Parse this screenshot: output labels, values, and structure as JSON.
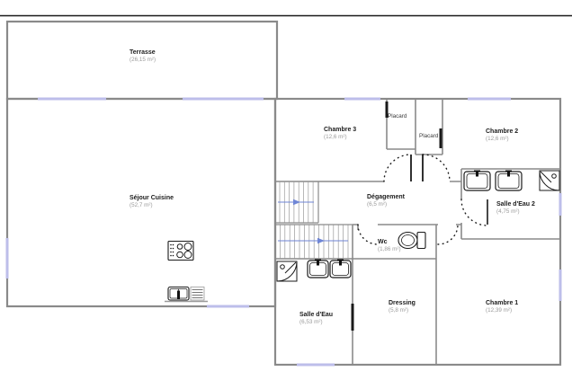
{
  "floorplan": {
    "rooms": {
      "terrasse": {
        "name": "Terrasse",
        "area": "(26,15 m²)"
      },
      "sejour": {
        "name": "Séjour Cuisine",
        "area": "(52,7 m²)"
      },
      "chambre3": {
        "name": "Chambre 3",
        "area": "(12,6 m²)"
      },
      "chambre2": {
        "name": "Chambre 2",
        "area": "(12,6 m²)"
      },
      "placard1": {
        "name": "Placard"
      },
      "placard2": {
        "name": "Placard"
      },
      "degagement": {
        "name": "Dégagement",
        "area": "(6,5 m²)"
      },
      "salle_eau_2": {
        "name": "Salle d'Eau 2",
        "area": "(4,75 m²)"
      },
      "wc": {
        "name": "Wc",
        "area": "(1,86 m²)"
      },
      "salle_eau": {
        "name": "Salle d'Eau",
        "area": "(6,53 m²)"
      },
      "dressing": {
        "name": "Dressing",
        "area": "(5,8 m²)"
      },
      "chambre1": {
        "name": "Chambre 1",
        "area": "(12,39 m²)"
      }
    },
    "colors": {
      "wall": "#8a8a8a",
      "window": "#bdbeea",
      "stair_arrow": "#6f86d6",
      "door": "#1a1a1a",
      "room_name": "#1c1c1c",
      "room_area": "#9a9a9a"
    }
  }
}
